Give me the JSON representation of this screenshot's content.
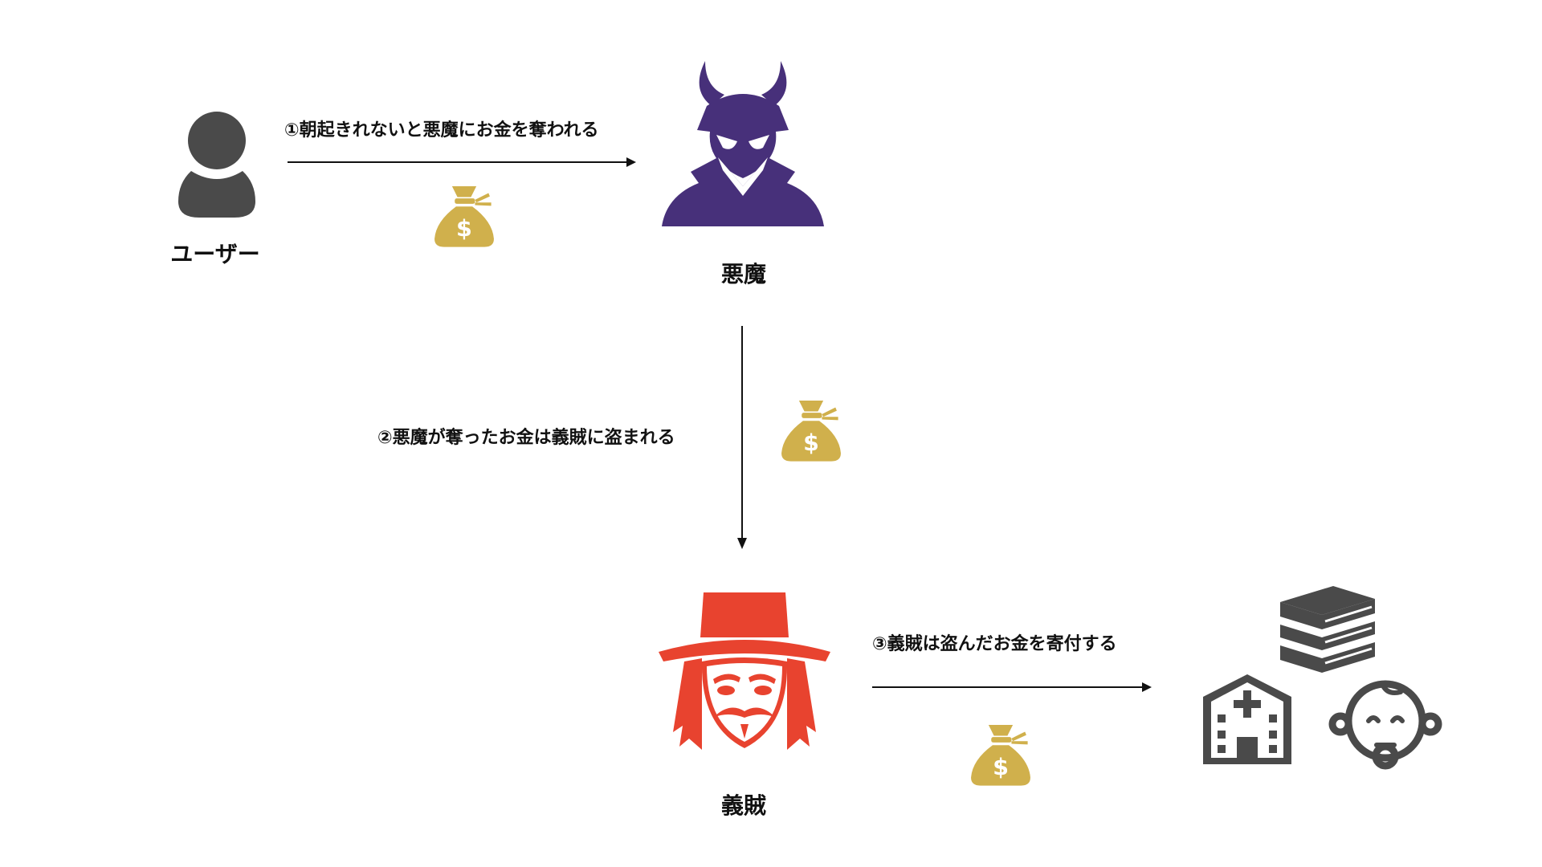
{
  "nodes": {
    "user": {
      "label": "ユーザー",
      "icon": "person-icon",
      "color": "#4a4a4a"
    },
    "devil": {
      "label": "悪魔",
      "icon": "devil-icon",
      "color": "#47307a"
    },
    "thief": {
      "label": "義賊",
      "icon": "masked-thief-icon",
      "color": "#e8432f"
    },
    "recipients": {
      "icons": [
        "books-icon",
        "hospital-icon",
        "baby-icon"
      ],
      "color": "#4a4a4a"
    }
  },
  "steps": {
    "step1": "①朝起きれないと悪魔にお金を奪われる",
    "step2": "②悪魔が奪ったお金は義賊に盗まれる",
    "step3": "③義賊は盗んだお金を寄付する"
  },
  "money_icon": {
    "icon": "money-bag-icon",
    "color": "#d0b04c"
  }
}
